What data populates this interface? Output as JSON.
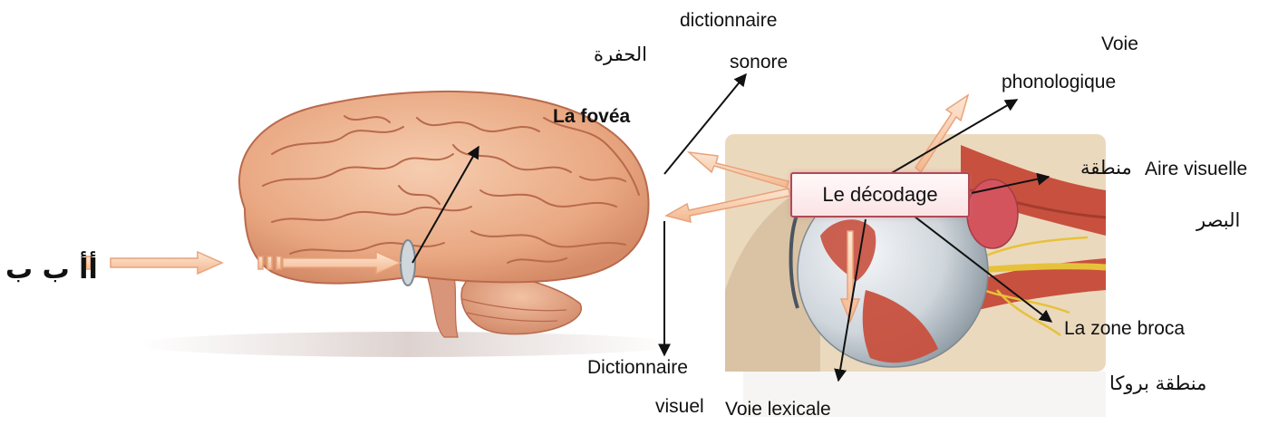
{
  "input_letters": "أأ ب ب",
  "labels": {
    "fovea_ar": "الحفرة",
    "fovea_fr": "La fovéa",
    "dict_sonore_line1": "dictionnaire",
    "dict_sonore_line2": "sonore",
    "voie_phono_line1": "Voie",
    "voie_phono_line2": "phonologique",
    "aire_visuelle": "Aire visuelle",
    "visual_area_ar_line1": "منطقة",
    "visual_area_ar_line2": "البصر",
    "decodage": "Le décodage",
    "zone_broca": "La zone broca",
    "broca_ar": "منطقة بروكا",
    "dict_visuel_line1": "Dictionnaire",
    "dict_visuel_line2": "visuel",
    "voie_lexicale": "Voie lexicale"
  },
  "colors": {
    "brain": "#e9a882",
    "brain_fold": "#b96a4c",
    "arrow_fill": "#f6c8a6",
    "arrow_stroke": "#e8a37b",
    "muscle": "#c8503e",
    "nerve": "#e6c23a",
    "eyeball": "#cfd6dc",
    "bone": "#d9c3a4",
    "decoding_border": "#b04a56"
  }
}
